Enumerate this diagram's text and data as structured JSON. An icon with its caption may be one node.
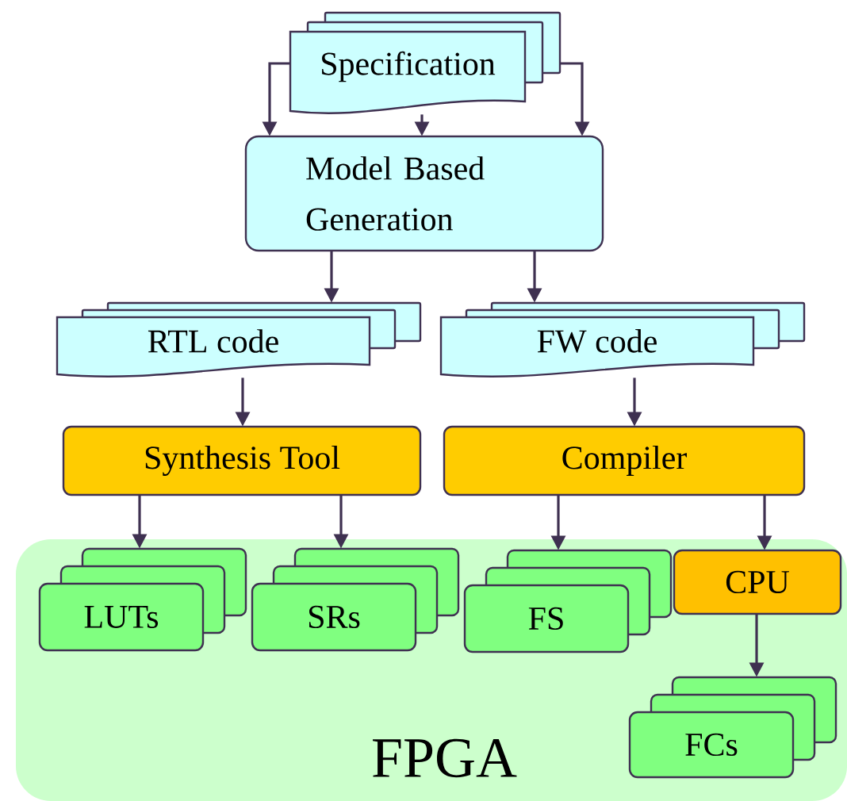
{
  "diagram": {
    "nodes": [
      {
        "text": [
          "Specification"
        ]
      },
      {
        "text": [
          "Model Based Generation"
        ]
      },
      {
        "text": [
          "RTL code"
        ]
      },
      {
        "text": [
          "FW code"
        ]
      },
      {
        "text": [
          "Synthesis Tool"
        ]
      },
      {
        "text": [
          "Compiler"
        ]
      },
      {
        "text": [
          "FPGA"
        ]
      },
      {
        "text": [
          "LUTs"
        ],
        "in": 6
      },
      {
        "text": [
          "SRs"
        ],
        "in": 6
      },
      {
        "text": [
          "FS"
        ],
        "in": 6
      },
      {
        "text": [
          "CPU"
        ],
        "in": 6
      },
      {
        "text": [
          "FCs"
        ],
        "in": 6
      }
    ],
    "edges": [
      {
        "from": 0,
        "to": 1,
        "arrow": "to"
      },
      {
        "from": 0,
        "to": 1,
        "arrow": "to"
      },
      {
        "from": 0,
        "to": 1,
        "arrow": "to"
      },
      {
        "from": 1,
        "to": 2,
        "arrow": "to"
      },
      {
        "from": 1,
        "to": 3,
        "arrow": "to"
      },
      {
        "from": 2,
        "to": 4,
        "arrow": "to"
      },
      {
        "from": 3,
        "to": 5,
        "arrow": "to"
      },
      {
        "from": 4,
        "to": 7,
        "arrow": "to"
      },
      {
        "from": 4,
        "to": 8,
        "arrow": "to"
      },
      {
        "from": 5,
        "to": 9,
        "arrow": "to"
      },
      {
        "from": 5,
        "to": 10,
        "arrow": "to"
      },
      {
        "from": 10,
        "to": 11,
        "arrow": "to"
      }
    ]
  }
}
